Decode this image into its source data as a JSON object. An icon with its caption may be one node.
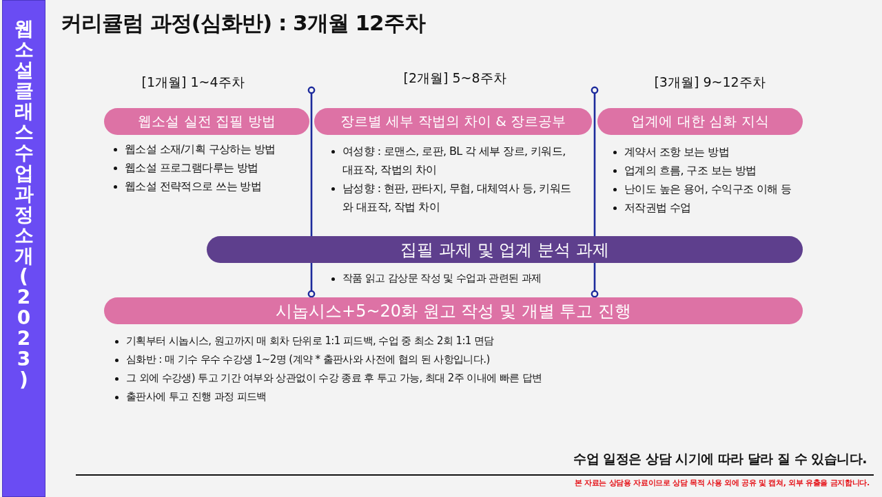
{
  "diagram": {
    "title": "커리큘럼 과정(심화반) : 3개월 12주차",
    "nodes": [
      {
        "text": [
          "웹소설 클래스 수업 과정 소개 (2023)"
        ]
      },
      {
        "text": [
          "웹소설 실전 집필 방법"
        ],
        "beside": [
          "웹소설 소재/기획 구상하는 방법",
          "웹소설 프로그램다루는 방법",
          "웹소설 전략적으로 쓰는 방법"
        ]
      },
      {
        "text": [
          "장르별 세부 작법의 차이 & 장르공부"
        ],
        "beside": [
          "여성향 : 로맨스, 로판, BL 각 세부 장르, 키워드, 대표작, 작법의 차이",
          "남성향 : 현판, 판타지, 무협, 대체역사 등, 키워드와 대표작, 작법 차이"
        ]
      },
      {
        "text": [
          "업계에 대한 심화 지식"
        ],
        "beside": [
          "계약서 조항 보는 방법",
          "업계의 흐름, 구조 보는 방법",
          "난이도 높은 용어, 수익구조 이해 등",
          "저작권법 수업"
        ]
      },
      {
        "text": [
          "집필 과제 및 업계 분석 과제"
        ],
        "beside": [
          "작품 읽고 감상문 작성 및 수업과 관련된 과제"
        ]
      },
      {
        "text": [
          "시놉시스+5~20화 원고 작성 및 개별 투고 진행"
        ],
        "beside": [
          "기획부터 시놉시스, 원고까지 매 회차 단위로 1:1 피드백, 수업 중 최소 2회 1:1 면담",
          "심화반 : 매 기수 우수 수강생 1~2명 (계약 * 출판사와 사전에 협의 된 사항입니다.)",
          "그 외에 수강생) 투고 기간 여부와 상관없이 수강 종료 후 투고 가능, 최대 2주 이내에 빠른 답변",
          "출판사에 투고 진행 과정 피드백"
        ]
      }
    ],
    "labels": [
      "[1개월] 1~4주차",
      "[2개월] 5~8주차",
      "[3개월] 9~12주차",
      "수업 일정은 상담 시기에 따라 달라 질 수 있습니다.",
      "본 자료는 상담용 자료이므로 상담 목적 사용 외에 공유 및 캡쳐, 외부 유출을 금지합니다."
    ]
  }
}
